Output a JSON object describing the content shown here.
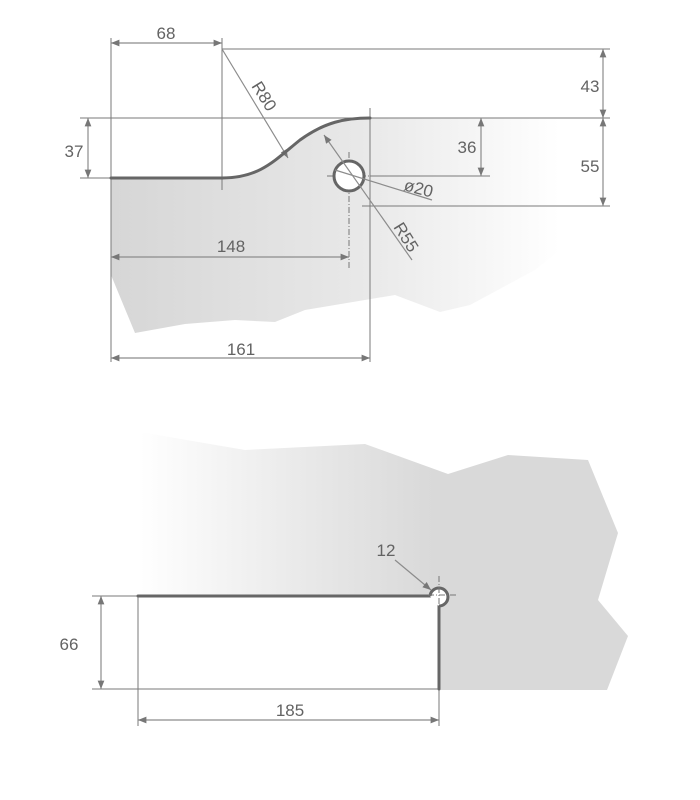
{
  "top_drawing": {
    "dimensions": {
      "width_68": "68",
      "radius_r80": "R80",
      "height_43": "43",
      "height_37": "37",
      "height_36": "36",
      "height_55": "55",
      "diameter_20": "ø20",
      "radius_r55": "R55",
      "length_148": "148",
      "length_161": "161"
    }
  },
  "bottom_drawing": {
    "dimensions": {
      "radius_12": "12",
      "height_66": "66",
      "length_185": "185"
    }
  },
  "colors": {
    "material_fill": "#d9d9d9",
    "outline": "#666666",
    "dimension_line": "#8c8c8c",
    "text": "#636363",
    "background": "#ffffff"
  }
}
